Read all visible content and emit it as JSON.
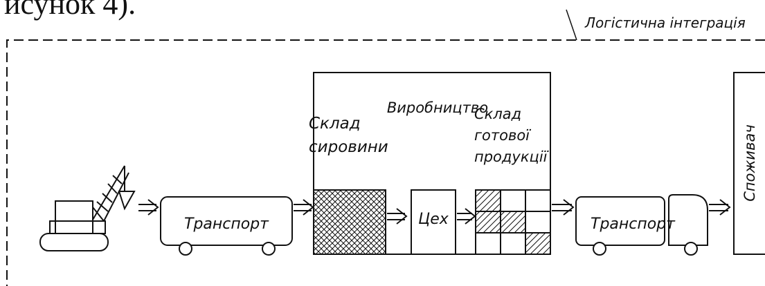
{
  "header_fragment": "исунок 4).",
  "labels": {
    "integration": "Логістична інтеграція",
    "production": "Виробництво",
    "raw_warehouse_1": "Склад",
    "raw_warehouse_2": "сировини",
    "finished_warehouse_1": "Склад",
    "finished_warehouse_2": "готової",
    "finished_warehouse_3": "продукції",
    "transport_left": "Транспорт",
    "workshop": "Цех",
    "transport_right": "Транспорт",
    "consumer": "Споживач"
  }
}
